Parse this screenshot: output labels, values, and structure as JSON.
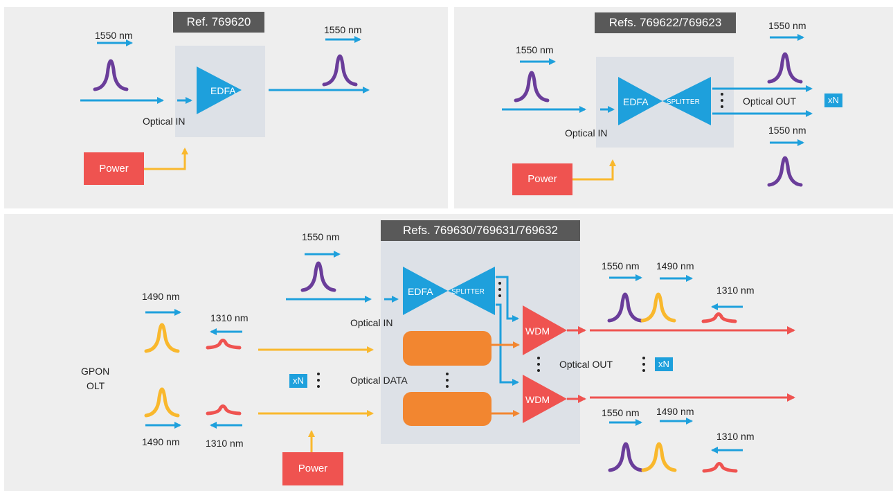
{
  "colors": {
    "blue": "#1ea0dc",
    "purple": "#6a3d9a",
    "yellow": "#f9b82d",
    "red": "#ef5350",
    "orange": "#f28630",
    "panel_bg": "#eeeeee",
    "device_bg": "#dde1e7",
    "label_bg": "#595959"
  },
  "panel1": {
    "ref": "Ref. 769620",
    "wl_in": "1550 nm",
    "wl_out": "1550 nm",
    "edfa": "EDFA",
    "optical_in": "Optical IN",
    "power": "Power"
  },
  "panel2": {
    "ref": "Refs. 769622/769623",
    "wl_in": "1550 nm",
    "wl_out_top": "1550 nm",
    "wl_out_bottom": "1550 nm",
    "edfa": "EDFA",
    "splitter": "SPLITTER",
    "optical_in": "Optical IN",
    "optical_out": "Optical OUT",
    "xn": "xN",
    "power": "Power"
  },
  "panel3": {
    "ref": "Refs. 769630/769631/769632",
    "wl_in": "1550 nm",
    "edfa": "EDFA",
    "splitter": "SPLITTER",
    "optical_in": "Optical IN",
    "olt": "GPON\nOLT",
    "olt_line1": "GPON",
    "olt_line2": "OLT",
    "top_1490": "1490 nm",
    "top_1310": "1310 nm",
    "bottom_1490": "1490 nm",
    "bottom_1310": "1310 nm",
    "xn_left": "xN",
    "optical_data": "Optical DATA",
    "wdm_top": "WDM",
    "wdm_bottom": "WDM",
    "optical_out": "Optical OUT",
    "xn_right": "xN",
    "out_top_1550": "1550 nm",
    "out_top_1490": "1490 nm",
    "out_top_1310": "1310 nm",
    "out_bottom_1550": "1550 nm",
    "out_bottom_1490": "1490 nm",
    "out_bottom_1310": "1310 nm",
    "power": "Power"
  }
}
